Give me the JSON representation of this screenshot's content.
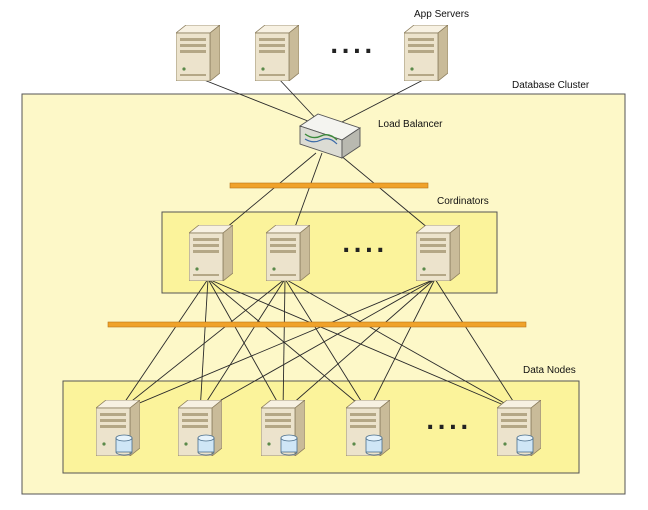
{
  "labels": {
    "app_servers": "App Servers",
    "database_cluster": "Database Cluster",
    "load_balancer": "Load Balancer",
    "coordinators": "Cordinators",
    "data_nodes": "Data Nodes"
  },
  "ellipsis": "....",
  "colors": {
    "cluster_fill": "#fdf8c8",
    "group_fill": "#fbf39b",
    "bus_bar": "#f0a22a",
    "server_body": "#ece3cc",
    "server_face": "#f7f1e2",
    "server_side": "#c9bb99",
    "db_cylinder": "#cfe6f6",
    "link": "#2a2a2a"
  },
  "icons": {
    "app_server": "server-icon",
    "coordinator": "server-icon",
    "data_node": "database-server-icon",
    "load_balancer": "load-balancer-icon"
  },
  "counts": {
    "app_servers_shown": 3,
    "coordinators_shown": 3,
    "data_nodes_shown": 5
  }
}
